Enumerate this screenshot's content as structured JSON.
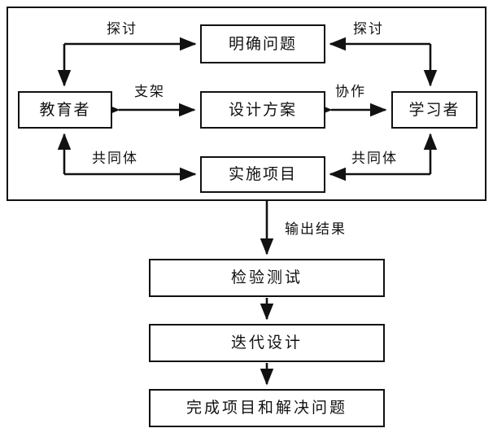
{
  "diagram": {
    "title_text": "",
    "stroke_color": "#111111",
    "background_color": "#ffffff",
    "group": {
      "name": "design-cycle-group",
      "nodes": [
        {
          "id": "educator",
          "label": "教育者"
        },
        {
          "id": "clarify",
          "label": "明确问题"
        },
        {
          "id": "design",
          "label": "设计方案"
        },
        {
          "id": "implement",
          "label": "实施项目"
        },
        {
          "id": "learner",
          "label": "学习者"
        }
      ],
      "edge_labels": [
        {
          "id": "discuss-left",
          "label": "探讨"
        },
        {
          "id": "discuss-right",
          "label": "探讨"
        },
        {
          "id": "scaffold",
          "label": "支架"
        },
        {
          "id": "collaborate",
          "label": "协作"
        },
        {
          "id": "community-left",
          "label": "共同体"
        },
        {
          "id": "community-right",
          "label": "共同体"
        }
      ]
    },
    "output_edge_label": "输出结果",
    "flow_nodes": [
      {
        "id": "verify-test",
        "label": "检验测试"
      },
      {
        "id": "iterative-design",
        "label": "迭代设计"
      },
      {
        "id": "complete-project",
        "label": "完成项目和解决问题"
      }
    ]
  }
}
